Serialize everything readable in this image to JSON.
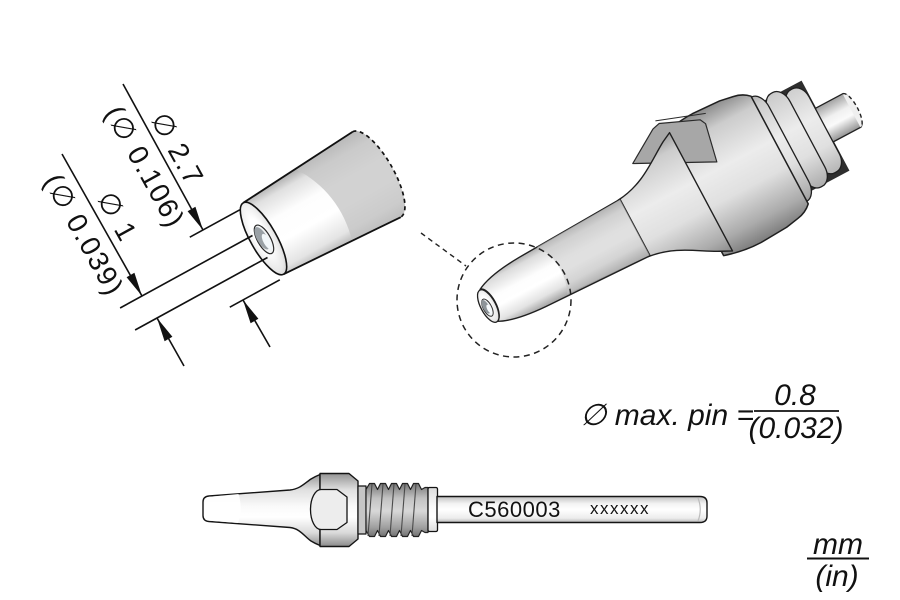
{
  "drawing": {
    "background": "#ffffff",
    "line_color": "#111111",
    "detail_view": {
      "dim_outer_mm": "∅ 2.7",
      "dim_outer_in": "(∅ 0.106)",
      "dim_inner_mm": "∅ 1",
      "dim_inner_in": "(∅ 0.039)"
    },
    "max_pin": {
      "label": "∅ max. pin =",
      "value_mm": "0.8",
      "value_in": "(0.032)"
    },
    "side_view": {
      "part_number": "C560003",
      "marking_placeholder": "xxxxxx"
    },
    "units": {
      "mm": "mm",
      "in": "(in)"
    }
  }
}
